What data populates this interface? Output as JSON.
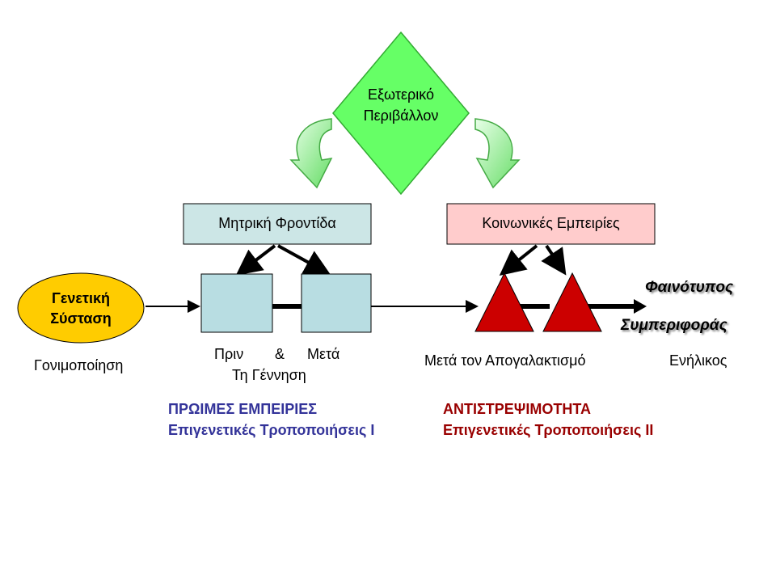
{
  "environment": {
    "line1": "Εξωτερικό",
    "line2": "Περιβάλλον"
  },
  "maternal_care": "Μητρική Φροντίδα",
  "social_experiences": "Κοινωνικές Εμπειρίες",
  "genetic": {
    "line1": "Γενετική",
    "line2": "Σύσταση"
  },
  "phenotype": {
    "line1": "Φαινότυπος",
    "line2": "Συμπεριφοράς"
  },
  "timeline": {
    "fertilization": "Γονιμοποίηση",
    "before": "Πριν",
    "amp": "&",
    "after": "Μετά",
    "birth": "Τη Γέννηση",
    "weaning": "Μετά τον Απογαλακτισμό",
    "adult": "Ενήλικος"
  },
  "left_notes": {
    "line1": "ΠΡΩΙΜΕΣ ΕΜΠΕΙΡΙΕΣ",
    "line2": "Επιγενετικές Τροποποιήσεις Ι"
  },
  "right_notes": {
    "line1": "ΑΝΤΙΣΤΡΕΨΙΜΟΤΗΤΑ",
    "line2": "Επιγενετικές Τροποποιήσεις ΙΙ"
  },
  "colors": {
    "diamond": "#66ff66",
    "curved_arrow": "#99ff99",
    "maternal_box": "#cce6e6",
    "social_box": "#ffcccc",
    "square": "#b8dde2",
    "triangle": "#cc0000",
    "genetic_oval": "#ffcc00",
    "blue_text": "#333399",
    "red_text": "#990000"
  }
}
